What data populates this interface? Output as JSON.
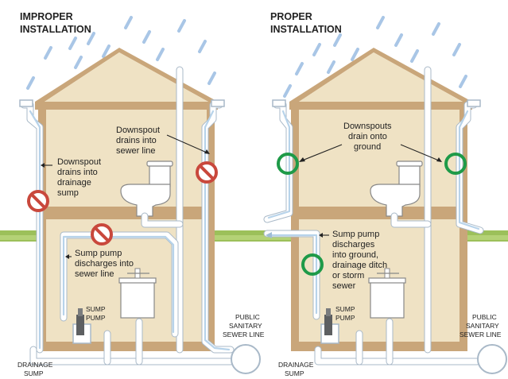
{
  "left_panel": {
    "title_line1": "IMPROPER",
    "title_line2": "INSTALLATION",
    "callout_downspout_sewer": [
      "Downspout",
      "drains into",
      "sewer line"
    ],
    "callout_downspout_sump": [
      "Downspout",
      "drains into",
      "drainage",
      "sump"
    ],
    "callout_pump": [
      "Sump pump",
      "discharges into",
      "sewer line"
    ],
    "label_sump_pump": [
      "SUMP",
      "PUMP"
    ],
    "label_drainage_sump": [
      "DRAINAGE",
      "SUMP"
    ],
    "label_sewer": [
      "PUBLIC",
      "SANITARY",
      "SEWER LINE"
    ]
  },
  "right_panel": {
    "title_line1": "PROPER",
    "title_line2": "INSTALLATION",
    "callout_downspouts": [
      "Downspouts",
      "drain onto",
      "ground"
    ],
    "callout_pump": [
      "Sump pump",
      "discharges",
      "into ground,",
      "drainage ditch",
      "or storm",
      "sewer"
    ],
    "label_sump_pump": [
      "SUMP",
      "PUMP"
    ],
    "label_drainage_sump": [
      "DRAINAGE",
      "SUMP"
    ],
    "label_sewer": [
      "PUBLIC",
      "SANITARY",
      "SEWER LINE"
    ]
  },
  "colors": {
    "wall": "#c9a67a",
    "interior": "#efe2c4",
    "roof": "#c9a67a",
    "grass": "#9cc05a",
    "rain": "#a9c6e6",
    "pipe_outline": "#a9b9c8",
    "improper_symbol": "#c9483c",
    "proper_symbol": "#1e9a48"
  },
  "icons": [
    "rain-drop-icon",
    "prohibited-icon",
    "check-circle-icon",
    "toilet-icon",
    "water-heater-icon",
    "sump-pump-icon"
  ]
}
